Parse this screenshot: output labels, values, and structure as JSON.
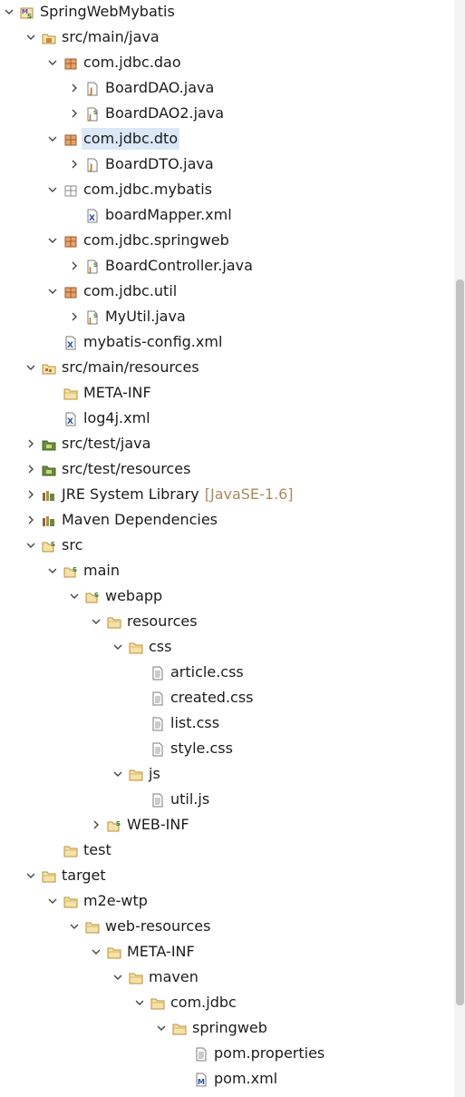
{
  "tree": [
    {
      "label": "SpringWebMybatis",
      "icon": "maven-project-icon",
      "arrow": "down"
    },
    {
      "label": "src/main/java",
      "icon": "source-folder-icon",
      "arrow": "down"
    },
    {
      "label": "com.jdbc.dao",
      "icon": "package-icon",
      "arrow": "down"
    },
    {
      "label": "BoardDAO.java",
      "icon": "java-file-icon",
      "arrow": "right"
    },
    {
      "label": "BoardDAO2.java",
      "icon": "java-spring-file-icon",
      "arrow": "right"
    },
    {
      "label": "com.jdbc.dto",
      "icon": "package-icon",
      "arrow": "down",
      "selected": true
    },
    {
      "label": "BoardDTO.java",
      "icon": "java-file-icon",
      "arrow": "right"
    },
    {
      "label": "com.jdbc.mybatis",
      "icon": "empty-package-icon",
      "arrow": "down"
    },
    {
      "label": "boardMapper.xml",
      "icon": "xml-file-icon",
      "arrow": "none"
    },
    {
      "label": "com.jdbc.springweb",
      "icon": "package-icon",
      "arrow": "down"
    },
    {
      "label": "BoardController.java",
      "icon": "java-spring-file-icon",
      "arrow": "right"
    },
    {
      "label": "com.jdbc.util",
      "icon": "package-icon",
      "arrow": "down"
    },
    {
      "label": "MyUtil.java",
      "icon": "java-spring-file-icon",
      "arrow": "right"
    },
    {
      "label": "mybatis-config.xml",
      "icon": "xml-file-icon",
      "arrow": "none"
    },
    {
      "label": "src/main/resources",
      "icon": "resource-folder-icon",
      "arrow": "down"
    },
    {
      "label": "META-INF",
      "icon": "folder-icon",
      "arrow": "none"
    },
    {
      "label": "log4j.xml",
      "icon": "xml-file-icon",
      "arrow": "none"
    },
    {
      "label": "src/test/java",
      "icon": "test-source-folder-icon",
      "arrow": "right"
    },
    {
      "label": "src/test/resources",
      "icon": "test-source-folder-icon",
      "arrow": "right"
    },
    {
      "label": "JRE System Library",
      "icon": "library-icon",
      "arrow": "right",
      "decoration": "[JavaSE-1.6]"
    },
    {
      "label": "Maven Dependencies",
      "icon": "library-icon",
      "arrow": "right"
    },
    {
      "label": "src",
      "icon": "spring-folder-icon",
      "arrow": "down"
    },
    {
      "label": "main",
      "icon": "spring-folder-icon",
      "arrow": "down"
    },
    {
      "label": "webapp",
      "icon": "spring-folder-icon",
      "arrow": "down"
    },
    {
      "label": "resources",
      "icon": "folder-icon",
      "arrow": "down"
    },
    {
      "label": "css",
      "icon": "folder-icon",
      "arrow": "down"
    },
    {
      "label": "article.css",
      "icon": "text-file-icon",
      "arrow": "none"
    },
    {
      "label": "created.css",
      "icon": "text-file-icon",
      "arrow": "none"
    },
    {
      "label": "list.css",
      "icon": "text-file-icon",
      "arrow": "none"
    },
    {
      "label": "style.css",
      "icon": "text-file-icon",
      "arrow": "none"
    },
    {
      "label": "js",
      "icon": "folder-icon",
      "arrow": "down"
    },
    {
      "label": "util.js",
      "icon": "text-file-icon",
      "arrow": "none"
    },
    {
      "label": "WEB-INF",
      "icon": "spring-folder-icon",
      "arrow": "right"
    },
    {
      "label": "test",
      "icon": "folder-icon",
      "arrow": "none"
    },
    {
      "label": "target",
      "icon": "folder-icon",
      "arrow": "down"
    },
    {
      "label": "m2e-wtp",
      "icon": "folder-icon",
      "arrow": "down"
    },
    {
      "label": "web-resources",
      "icon": "folder-icon",
      "arrow": "down"
    },
    {
      "label": "META-INF",
      "icon": "folder-icon",
      "arrow": "down"
    },
    {
      "label": "maven",
      "icon": "folder-icon",
      "arrow": "down"
    },
    {
      "label": "com.jdbc",
      "icon": "folder-icon",
      "arrow": "down"
    },
    {
      "label": "springweb",
      "icon": "folder-icon",
      "arrow": "down"
    },
    {
      "label": "pom.properties",
      "icon": "text-file-icon",
      "arrow": "none"
    },
    {
      "label": "pom.xml",
      "icon": "pom-file-icon",
      "arrow": "none"
    }
  ]
}
